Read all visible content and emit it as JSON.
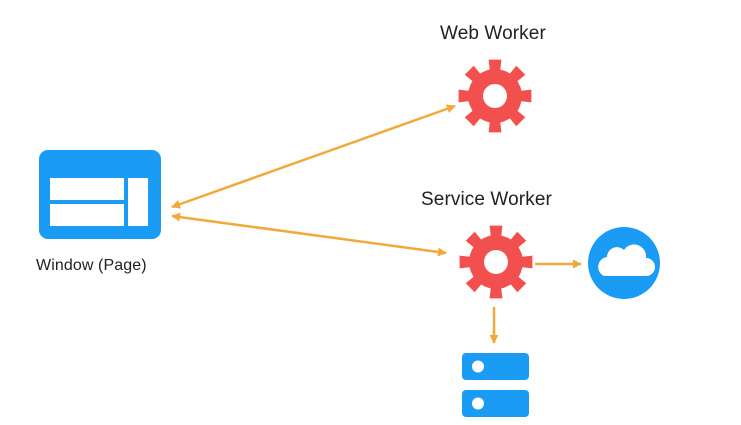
{
  "labels": {
    "web_worker": "Web Worker",
    "service_worker": "Service Worker",
    "window": "Window (Page)"
  },
  "icons": {
    "window": "browser-window-icon",
    "web_worker": "gear-icon",
    "service_worker": "gear-icon",
    "cloud": "cloud-icon",
    "storage": "database-server-icon"
  },
  "colors": {
    "blue": "#1a9cf5",
    "red": "#f2504e",
    "arrow": "#f2a93b",
    "text": "#202124"
  }
}
